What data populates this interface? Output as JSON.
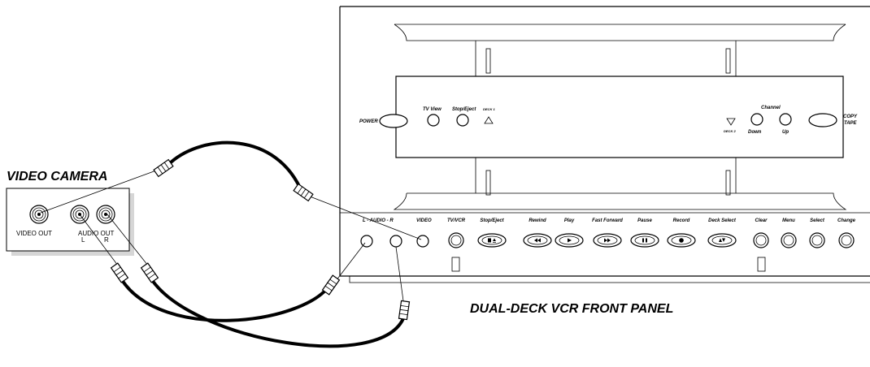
{
  "camera": {
    "title": "VIDEO CAMERA",
    "video_out_label": "VIDEO OUT",
    "audio_out_label": "AUDIO OUT",
    "left_label": "L",
    "right_label": "R"
  },
  "vcr": {
    "caption": "DUAL-DECK VCR FRONT PANEL",
    "upper_panel": {
      "power_label": "POWER",
      "tv_view_label": "TV View",
      "stop_eject_label": "Stop/Eject",
      "deck1_label": "DECK 1",
      "deck2_label": "DECK 2",
      "channel_label": "Channel",
      "down_label": "Down",
      "up_label": "Up",
      "copy_label": "COPY",
      "tape_label": "TAPE"
    },
    "lower_panel": {
      "audio_label": "L - AUDIO - R",
      "video_label": "VIDEO",
      "buttons": [
        {
          "label": "TV/VCR",
          "icon": "round"
        },
        {
          "label": "Stop/Eject",
          "icon": "stop-eject"
        },
        {
          "label": "Rewind",
          "icon": "rewind"
        },
        {
          "label": "Play",
          "icon": "play"
        },
        {
          "label": "Fast Forward",
          "icon": "fast-forward"
        },
        {
          "label": "Pause",
          "icon": "pause"
        },
        {
          "label": "Record",
          "icon": "record"
        },
        {
          "label": "Deck Select",
          "icon": "deck-select"
        },
        {
          "label": "Clear",
          "icon": "round"
        },
        {
          "label": "Menu",
          "icon": "round"
        },
        {
          "label": "Select",
          "icon": "round"
        },
        {
          "label": "Change",
          "icon": "round"
        }
      ]
    }
  }
}
